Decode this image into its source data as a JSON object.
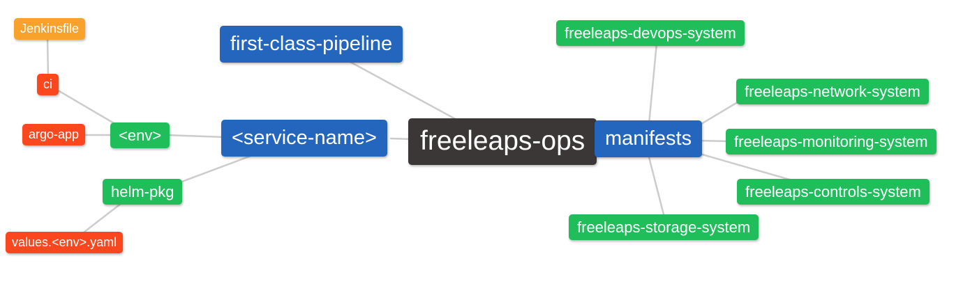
{
  "palette": {
    "background": "#FFFFFF",
    "edge_line": "#CCCCCC",
    "node_text": "#FFFFFF",
    "root_bg": "#3B3737",
    "branch_bg": "#2465BD",
    "group_bg": "#20BE5B",
    "leaf_bg": "#FB471E",
    "file_bg": "#F9A22B"
  },
  "mindmap": {
    "nodes": {
      "freeleaps_ops": {
        "label": "freeleaps-ops",
        "color": "#3B3737"
      },
      "first_class_pipeline": {
        "label": "first-class-pipeline",
        "color": "#2465BD"
      },
      "service_name": {
        "label": "<service-name>",
        "color": "#2465BD"
      },
      "manifests": {
        "label": "manifests",
        "color": "#2465BD"
      },
      "env": {
        "label": "<env>",
        "color": "#20BE5B"
      },
      "helm_pkg": {
        "label": "helm-pkg",
        "color": "#20BE5B"
      },
      "ci": {
        "label": "ci",
        "color": "#FB471E"
      },
      "argo_app": {
        "label": "argo-app",
        "color": "#FB471E"
      },
      "jenkinsfile": {
        "label": "Jenkinsfile",
        "color": "#F9A22B"
      },
      "values_env_yaml": {
        "label": "values.<env>.yaml",
        "color": "#FB471E"
      },
      "devops_system": {
        "label": "freeleaps-devops-system",
        "color": "#20BE5B"
      },
      "network_system": {
        "label": "freeleaps-network-system",
        "color": "#20BE5B"
      },
      "monitoring_system": {
        "label": "freeleaps-monitoring-system",
        "color": "#20BE5B"
      },
      "controls_system": {
        "label": "freeleaps-controls-system",
        "color": "#20BE5B"
      },
      "storage_system": {
        "label": "freeleaps-storage-system",
        "color": "#20BE5B"
      }
    },
    "edges": [
      {
        "from": "jenkinsfile",
        "to": "ci"
      },
      {
        "from": "ci",
        "to": "env"
      },
      {
        "from": "argo_app",
        "to": "env"
      },
      {
        "from": "env",
        "to": "service_name"
      },
      {
        "from": "helm_pkg",
        "to": "service_name"
      },
      {
        "from": "values_env_yaml",
        "to": "helm_pkg"
      },
      {
        "from": "first_class_pipeline",
        "to": "freeleaps_ops"
      },
      {
        "from": "service_name",
        "to": "freeleaps_ops"
      },
      {
        "from": "freeleaps_ops",
        "to": "manifests"
      },
      {
        "from": "manifests",
        "to": "devops_system"
      },
      {
        "from": "manifests",
        "to": "network_system"
      },
      {
        "from": "manifests",
        "to": "monitoring_system"
      },
      {
        "from": "manifests",
        "to": "controls_system"
      },
      {
        "from": "manifests",
        "to": "storage_system"
      }
    ]
  }
}
